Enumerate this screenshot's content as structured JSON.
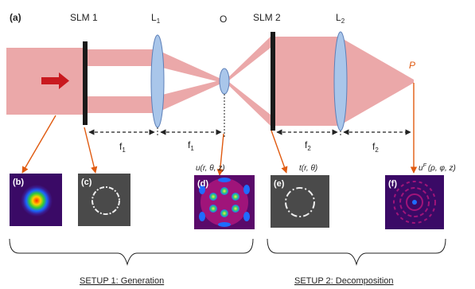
{
  "figure": {
    "panel_main": "(a)",
    "slm1": "SLM 1",
    "slm2": "SLM 2",
    "l1": "L",
    "l1_sub": "1",
    "l2": "L",
    "l2_sub": "2",
    "o": "O",
    "p": "P",
    "f1a": "f",
    "f1a_sub": "1",
    "f1b": "f",
    "f1b_sub": "1",
    "f2a": "f",
    "f2a_sub": "2",
    "f2b": "f",
    "f2b_sub": "2",
    "u_label": "u(r, θ, z)",
    "t_label": "t(r, θ)",
    "uF_label": "u",
    "uF_sup": "F",
    "uF_args": "(ρ, φ, z)",
    "panels": [
      "(b)",
      "(c)",
      "(d)",
      "(e)",
      "(f)"
    ],
    "setup1": "SETUP 1: Generation",
    "setup2": "SETUP 2: Decomposition"
  },
  "colors": {
    "beam": "#e8999b",
    "lens": "#a9c6ea",
    "arrow": "#e05a10",
    "red_arrow": "#c9191f",
    "panel_bg_b": "#3a0a66",
    "panel_bg_gray": "#4a4a4a"
  }
}
